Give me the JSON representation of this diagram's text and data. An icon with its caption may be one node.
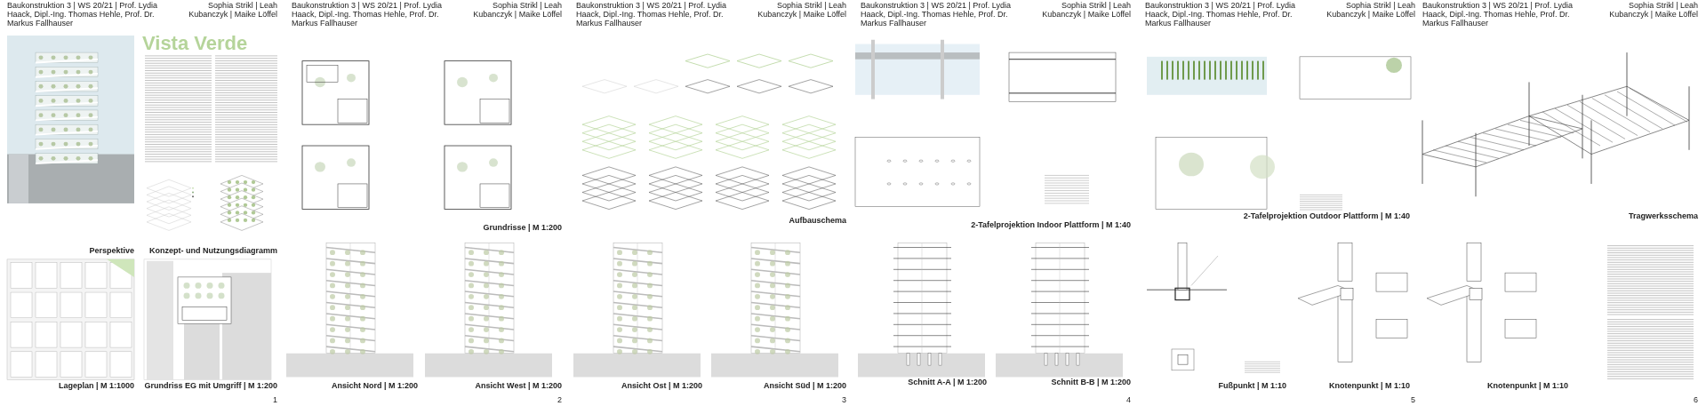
{
  "diagram": {
    "title": "Vista Verde",
    "labels": [
      "Baukonstruktion 3 | WS 20/21 | Prof. Lydia Haack, Dipl.-Ing. Thomas Hehle, Prof. Dr. Markus Fallhauser",
      "Sophia Strikl | Leah Kubanczyk | Maike Löffel",
      "Perspektive",
      "Konzept- und Nutzungsdiagramm",
      "Lageplan | M 1:1000",
      "Grundriss EG mit Umgriff | M 1:200",
      "1",
      "Baukonstruktion 3 | WS 20/21 | Prof. Lydia Haack, Dipl.-Ing. Thomas Hehle, Prof. Dr. Markus Fallhauser",
      "Sophia Strikl | Leah Kubanczyk | Maike Löffel",
      "Grundrisse | M 1:200",
      "Ansicht Nord | M 1:200",
      "Ansicht West | M 1:200",
      "2",
      "Baukonstruktion 3 | WS 20/21 | Prof. Lydia Haack, Dipl.-Ing. Thomas Hehle, Prof. Dr. Markus Fallhauser",
      "Sophia Strikl | Leah Kubanczyk | Maike Löffel",
      "Aufbauschema",
      "Ansicht Ost | M 1:200",
      "Ansicht Süd | M 1:200",
      "3",
      "Baukonstruktion 3 | WS 20/21 | Prof. Lydia Haack, Dipl.-Ing. Thomas Hehle, Prof. Dr. Markus Fallhauser",
      "Sophia Strikl | Leah Kubanczyk | Maike Löffel",
      "2-Tafelprojektion Indoor Plattform | M 1:40",
      "Schnitt A-A | M 1:200",
      "Schnitt B-B | M 1:200",
      "4",
      "Baukonstruktion 3 | WS 20/21 | Prof. Lydia Haack, Dipl.-Ing. Thomas Hehle, Prof. Dr. Markus Fallhauser",
      "Sophia Strikl | Leah Kubanczyk | Maike Löffel",
      "2-Tafelprojektion Outdoor Plattform | M 1:40",
      "Fußpunkt | M 1:10",
      "Knotenpunkt | M 1:10",
      "5",
      "Baukonstruktion 3 | WS 20/21 | Prof. Lydia Haack, Dipl.-Ing. Thomas Hehle, Prof. Dr. Markus Fallhauser",
      "Sophia Strikl | Leah Kubanczyk | Maike Löffel",
      "Tragwerksschema",
      "Knotenpunkt | M 1:10",
      "6"
    ]
  }
}
